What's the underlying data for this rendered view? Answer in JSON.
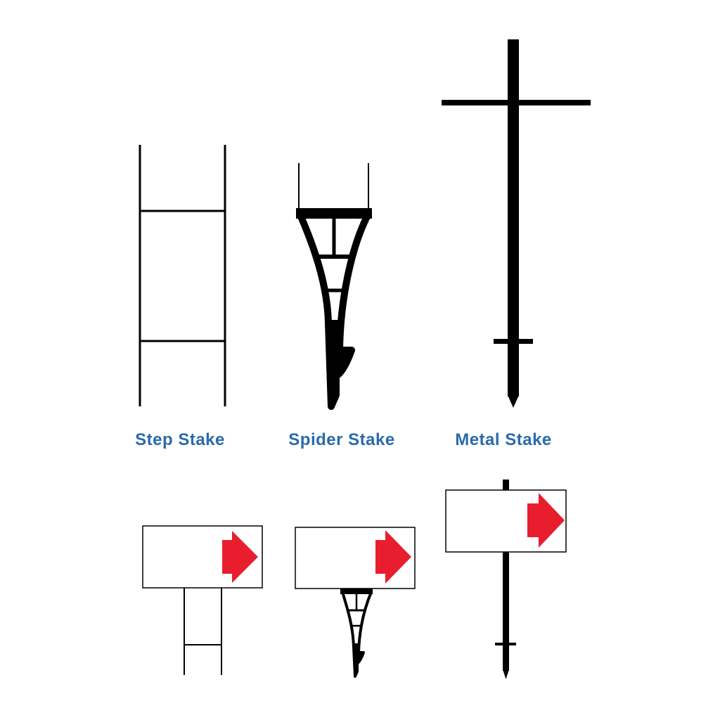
{
  "labels": {
    "step": "Step Stake",
    "spider": "Spider Stake",
    "metal": "Metal Stake"
  },
  "colors": {
    "label": "#2a6aad",
    "line": "#000000",
    "arrow": "#e81e2e",
    "panel": "#ffffff"
  },
  "icons": {
    "arrow": "right-arrow-icon"
  }
}
